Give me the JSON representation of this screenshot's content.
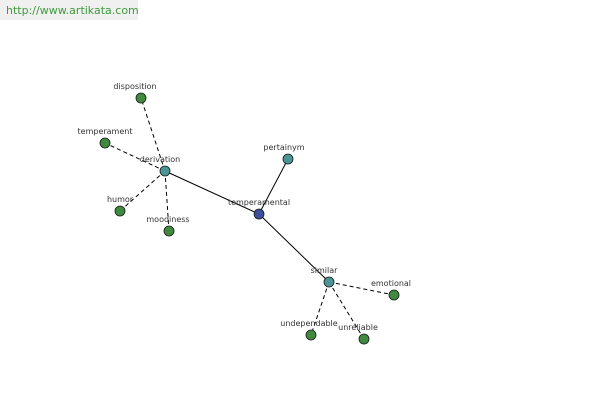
{
  "header": {
    "url_text": "http://www.artikata.com"
  },
  "graph": {
    "colors": {
      "center": "#3b4f9a",
      "relation": "#4a9595",
      "term": "#3f8a3f",
      "edge": "#000000",
      "link_text": "#3d9a3d"
    },
    "nodes": [
      {
        "id": "temperamental",
        "label": "temperamental",
        "kind": "center"
      },
      {
        "id": "derivation",
        "label": "derivation",
        "kind": "relation"
      },
      {
        "id": "pertainym",
        "label": "pertainym",
        "kind": "relation"
      },
      {
        "id": "similar",
        "label": "similar",
        "kind": "relation"
      },
      {
        "id": "disposition",
        "label": "disposition",
        "kind": "term"
      },
      {
        "id": "temperament",
        "label": "temperament",
        "kind": "term"
      },
      {
        "id": "humor",
        "label": "humor",
        "kind": "term"
      },
      {
        "id": "moodiness",
        "label": "moodiness",
        "kind": "term"
      },
      {
        "id": "emotional",
        "label": "emotional",
        "kind": "term"
      },
      {
        "id": "undependable",
        "label": "undependable",
        "kind": "term"
      },
      {
        "id": "unreliable",
        "label": "unreliable",
        "kind": "term"
      }
    ],
    "edges": [
      {
        "from": "temperamental",
        "to": "derivation",
        "style": "solid"
      },
      {
        "from": "temperamental",
        "to": "pertainym",
        "style": "solid"
      },
      {
        "from": "temperamental",
        "to": "similar",
        "style": "solid"
      },
      {
        "from": "derivation",
        "to": "disposition",
        "style": "dashed"
      },
      {
        "from": "derivation",
        "to": "temperament",
        "style": "dashed"
      },
      {
        "from": "derivation",
        "to": "humor",
        "style": "dashed"
      },
      {
        "from": "derivation",
        "to": "moodiness",
        "style": "dashed"
      },
      {
        "from": "similar",
        "to": "emotional",
        "style": "dashed"
      },
      {
        "from": "similar",
        "to": "undependable",
        "style": "dashed"
      },
      {
        "from": "similar",
        "to": "unreliable",
        "style": "dashed"
      }
    ]
  }
}
